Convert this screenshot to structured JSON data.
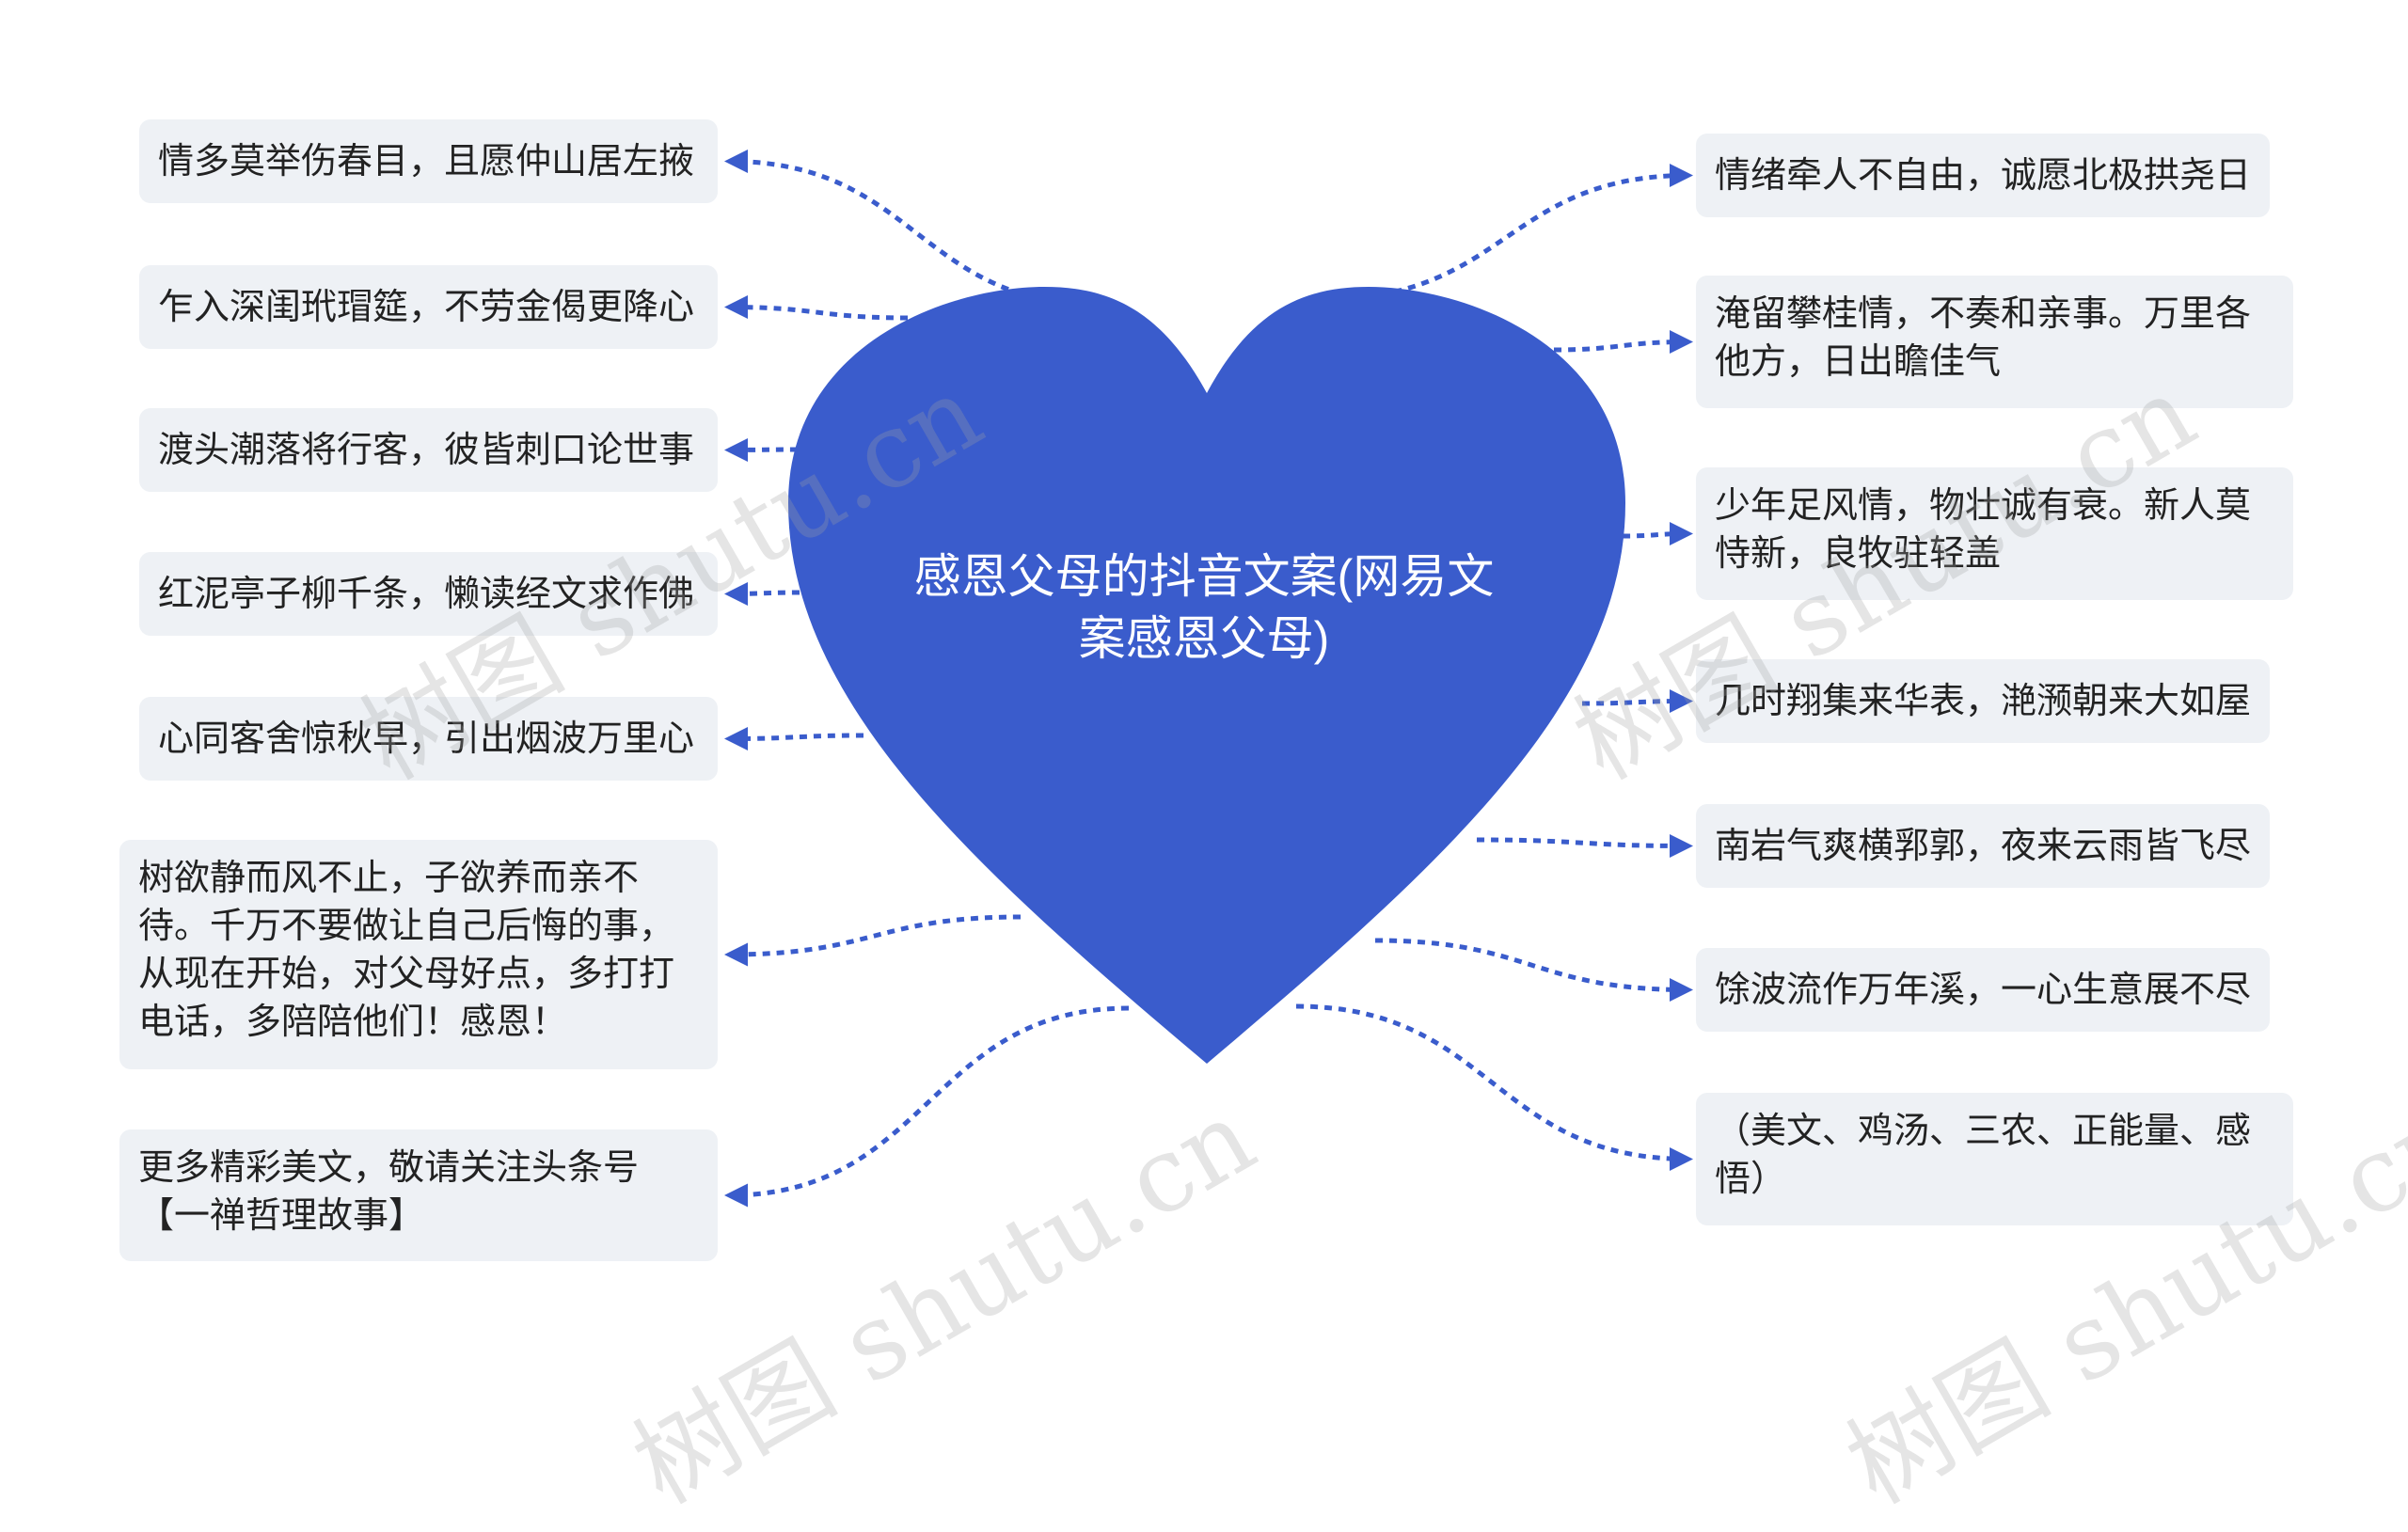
{
  "center": {
    "title": "感恩父母的抖音文案(网易文案感恩父母)",
    "color": "#3a5ccc"
  },
  "connector_color": "#3a5ccc",
  "node_background": "#eef1f5",
  "left_nodes": [
    {
      "text": "情多莫举伤春目，且愿仲山居左掖"
    },
    {
      "text": "乍入深闺玳瑁筵，不劳金偈更降心"
    },
    {
      "text": "渡头潮落将行客，彼皆刺口论世事"
    },
    {
      "text": "红泥亭子柳千条，懒读经文求作佛"
    },
    {
      "text": "心同客舍惊秋早，引出烟波万里心"
    },
    {
      "text": "树欲静而风不止，子欲养而亲不待。千万不要做让自己后悔的事，从现在开始，对父母好点，多打打电话，多陪陪他们！感恩！"
    },
    {
      "text": "更多精彩美文，敬请关注头条号【一禅哲理故事】"
    }
  ],
  "right_nodes": [
    {
      "text": "情绪牵人不自由，诚愿北极拱尧日"
    },
    {
      "text": "淹留攀桂情，不奏和亲事。万里各他方，日出瞻佳气"
    },
    {
      "text": "少年足风情，物壮诚有衰。新人莫恃新，良牧驻轻盖"
    },
    {
      "text": "几时翔集来华表，滟滪朝来大如屋"
    },
    {
      "text": "南岩气爽横郛郭，夜来云雨皆飞尽"
    },
    {
      "text": "馀波流作万年溪，一心生意展不尽"
    },
    {
      "text": "（美文、鸡汤、三农、正能量、感悟）"
    }
  ],
  "watermarks": [
    "树图 shutu.cn",
    "树图 shutu.cn",
    "树图 shutu.cn",
    "树图 shutu.cn"
  ]
}
